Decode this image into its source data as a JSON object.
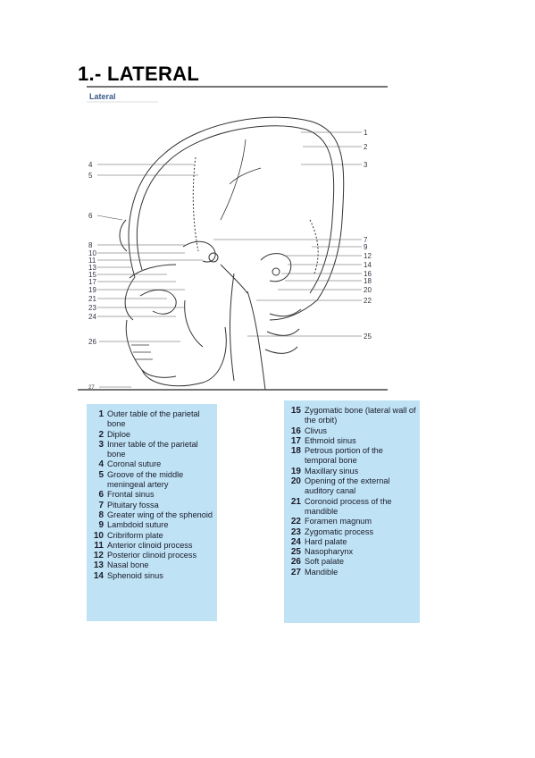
{
  "page": {
    "title": "1.- LATERAL",
    "figure_label": "Lateral"
  },
  "figure": {
    "callout_numbers_right": [
      "1",
      "2",
      "3",
      "7",
      "9",
      "12",
      "14",
      "16",
      "18",
      "20",
      "22",
      "25"
    ],
    "callout_numbers_left": [
      "4",
      "5",
      "6",
      "8",
      "10",
      "11",
      "13",
      "15",
      "17",
      "19",
      "21",
      "23",
      "24",
      "26",
      "27"
    ]
  },
  "legend": {
    "left": [
      {
        "num": "1",
        "text": "Outer table of the parietal bone"
      },
      {
        "num": "2",
        "text": "Diploe"
      },
      {
        "num": "3",
        "text": "Inner table of the parietal bone"
      },
      {
        "num": "4",
        "text": "Coronal suture"
      },
      {
        "num": "5",
        "text": "Groove of the middle meningeal artery"
      },
      {
        "num": "6",
        "text": "Frontal sinus"
      },
      {
        "num": "7",
        "text": "Pituitary fossa"
      },
      {
        "num": "8",
        "text": "Greater wing of the sphenoid"
      },
      {
        "num": "9",
        "text": "Lambdoid suture"
      },
      {
        "num": "10",
        "text": "Cribriform plate"
      },
      {
        "num": "11",
        "text": "Anterior clinoid process"
      },
      {
        "num": "12",
        "text": "Posterior clinoid process"
      },
      {
        "num": "13",
        "text": "Nasal bone"
      },
      {
        "num": "14",
        "text": "Sphenoid sinus"
      }
    ],
    "right": [
      {
        "num": "15",
        "text": "Zygomatic bone (lateral wall of the orbit)"
      },
      {
        "num": "16",
        "text": "Clivus"
      },
      {
        "num": "17",
        "text": "Ethmoid sinus"
      },
      {
        "num": "18",
        "text": "Petrous portion of the temporal bone"
      },
      {
        "num": "19",
        "text": "Maxillary sinus"
      },
      {
        "num": "20",
        "text": "Opening of the external auditory canal"
      },
      {
        "num": "21",
        "text": "Coronoid process of the mandible"
      },
      {
        "num": "22",
        "text": "Foramen magnum"
      },
      {
        "num": "23",
        "text": "Zygomatic process"
      },
      {
        "num": "24",
        "text": "Hard palate"
      },
      {
        "num": "25",
        "text": "Nasopharynx"
      },
      {
        "num": "26",
        "text": "Soft palate"
      },
      {
        "num": "27",
        "text": "Mandible"
      }
    ]
  }
}
